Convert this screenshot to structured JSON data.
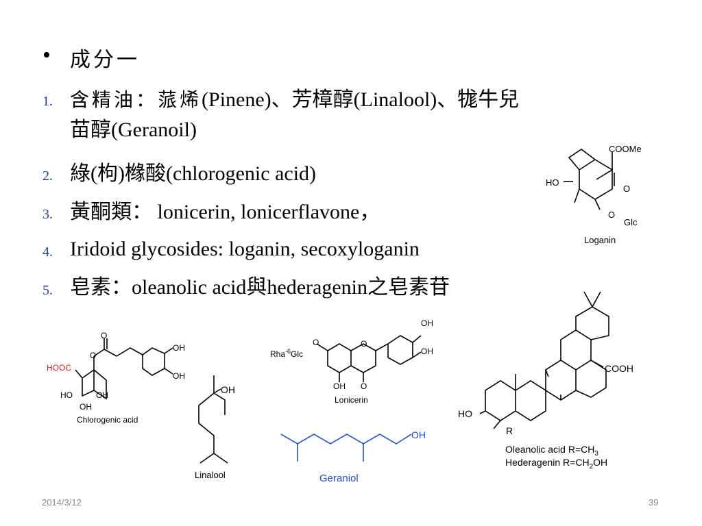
{
  "slide": {
    "bullet_symbol": "•",
    "heading": "成分一",
    "items": [
      {
        "number": "1.",
        "line1_cjk": "含精油：蒎烯",
        "line1_rest": "(Pinene)、芳樟醇(Linalool)、牻牛兒",
        "line2": "苗醇(Geranoil)"
      },
      {
        "number": "2.",
        "text": "綠(枸)橼酸(chlorogenic acid)"
      },
      {
        "number": "3.",
        "text": "黃酮類： lonicerin, lonicerflavone，"
      },
      {
        "number": "4.",
        "text": "Iridoid glycosides: loganin, secoxyloganin"
      },
      {
        "number": "5.",
        "text": "皂素：oleanolic acid與hederagenin之皂素苷"
      }
    ]
  },
  "structures": {
    "loganin": {
      "name": "Loganin",
      "ester": "COOMe",
      "ho": "HO",
      "ring_o": "O",
      "glc_o": "O",
      "glc": "Glc"
    },
    "chlorogenic": {
      "name": "Chlorogenic acid",
      "carbonyl_o": "O",
      "ester_o": "O",
      "oh1": "OH",
      "oh2": "OH",
      "hooc": "HOOC",
      "ho": "HO",
      "oh3": "OH",
      "oh4": "OH"
    },
    "lonicerin": {
      "name": "Lonicerin",
      "sugar": "Rha",
      "sugar_link": "-6",
      "glc": "Glc",
      "o_link": "O",
      "ring_o": "O",
      "oh1": "OH",
      "oh2": "OH",
      "oh5": "OH",
      "keto_o": "O"
    },
    "linalool": {
      "name": "Linalool",
      "oh": "OH"
    },
    "geraniol": {
      "name": "Geraniol",
      "oh": "OH",
      "color": "#1f4fc9"
    },
    "oleanolic": {
      "cooh": "COOH",
      "ho": "HO",
      "r": "R",
      "line1_a": "Oleanolic acid R=CH",
      "line1_sub": "3",
      "line2_a": "Hederagenin R=CH",
      "line2_sub": "2",
      "line2_b": "OH"
    }
  },
  "footer": {
    "date": "2014/3/12",
    "page": "39"
  },
  "colors": {
    "number": "#1f3b8f",
    "hooc": "#e02020",
    "geraniol": "#1f4fc9",
    "footer": "#8a8a8a"
  }
}
